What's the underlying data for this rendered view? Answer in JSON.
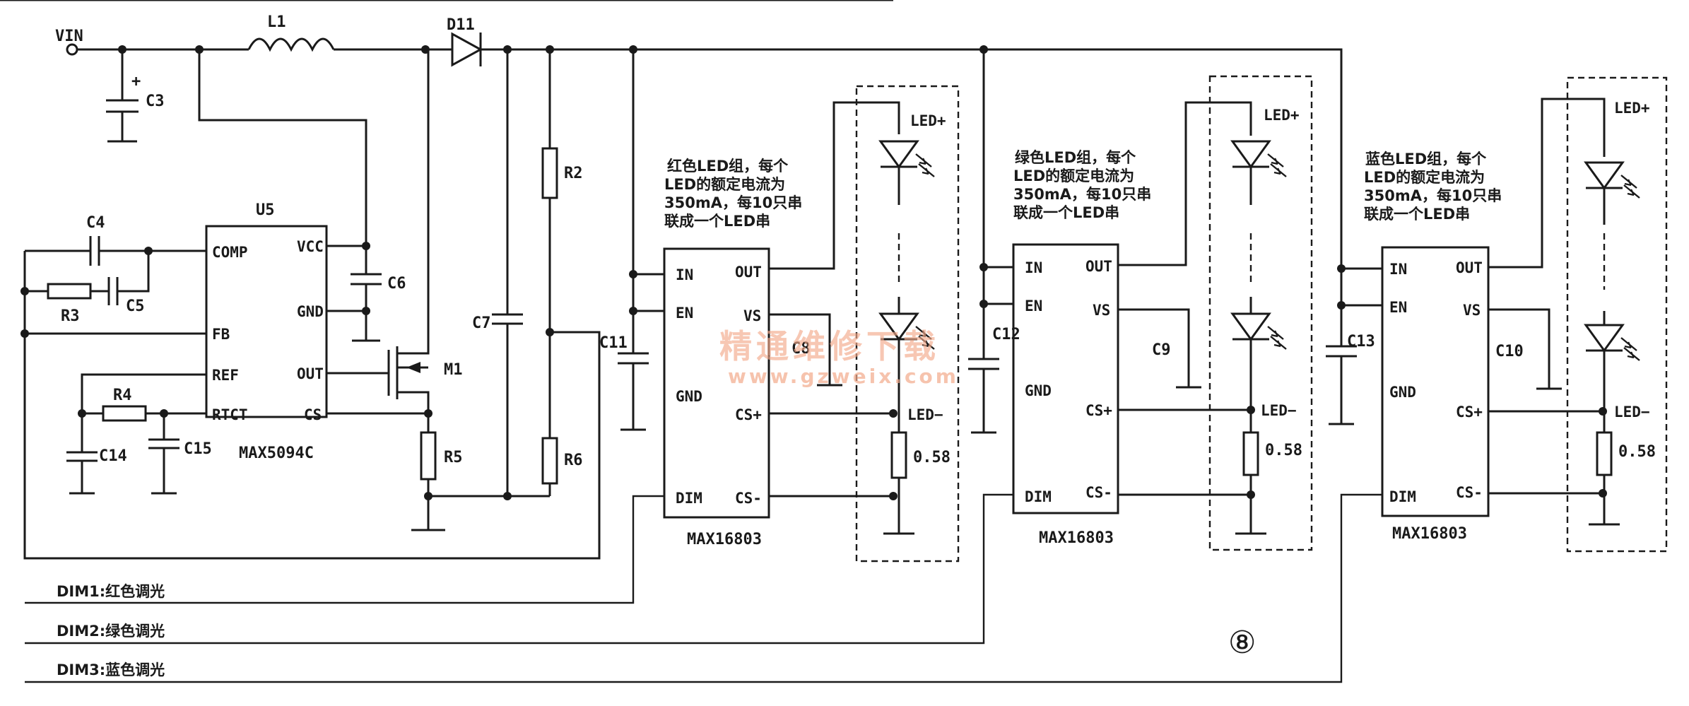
{
  "input_label": "VIN",
  "boost": {
    "inductor": "L1",
    "diode": "D11",
    "input_cap": "C3",
    "input_cap_polarity": "+",
    "controller": {
      "ref": "U5",
      "part": "MAX5094C",
      "pins_left": [
        "COMP",
        "FB",
        "REF",
        "RTCT"
      ],
      "pins_right": [
        "VCC",
        "GND",
        "OUT",
        "CS"
      ]
    },
    "components": {
      "c4": "C4",
      "c5": "C5",
      "r3": "R3",
      "r4": "R4",
      "c14": "C14",
      "c15": "C15",
      "c6": "C6",
      "m1": "M1",
      "r5": "R5",
      "c7": "C7",
      "r2": "R2",
      "r6": "R6"
    }
  },
  "channels": [
    {
      "cap_in": "C11",
      "cap_vs": "C8",
      "driver": "MAX16803",
      "pins_left": [
        "IN",
        "EN",
        "GND",
        "DIM"
      ],
      "pins_right": [
        "OUT",
        "VS",
        "CS+",
        "CS-"
      ],
      "note": [
        "红色LED组，每个",
        "LED的额定电流为",
        "350mA，每10只串",
        "联成一个LED串"
      ],
      "led_plus": "LED+",
      "led_minus": "LED−",
      "sense": "0.58"
    },
    {
      "cap_in": "C12",
      "cap_vs": "C9",
      "driver": "MAX16803",
      "pins_left": [
        "IN",
        "EN",
        "GND",
        "DIM"
      ],
      "pins_right": [
        "OUT",
        "VS",
        "CS+",
        "CS-"
      ],
      "note": [
        "绿色LED组，每个",
        "LED的额定电流为",
        "350mA，每10只串",
        "联成一个LED串"
      ],
      "led_plus": "LED+",
      "led_minus": "LED−",
      "sense": "0.58"
    },
    {
      "cap_in": "C13",
      "cap_vs": "C10",
      "driver": "MAX16803",
      "pins_left": [
        "IN",
        "EN",
        "GND",
        "DIM"
      ],
      "pins_right": [
        "OUT",
        "VS",
        "CS+",
        "CS-"
      ],
      "note": [
        "蓝色LED组，每个",
        "LED的额定电流为",
        "350mA，每10只串",
        "联成一个LED串"
      ],
      "led_plus": "LED+",
      "led_minus": "LED−",
      "sense": "0.58"
    }
  ],
  "dim_lines": [
    "DIM1:红色调光",
    "DIM2:绿色调光",
    "DIM3:蓝色调光"
  ],
  "figure_number": "⑧",
  "watermark": {
    "title": "精通维修下载",
    "url": "www.gzweix.com"
  }
}
